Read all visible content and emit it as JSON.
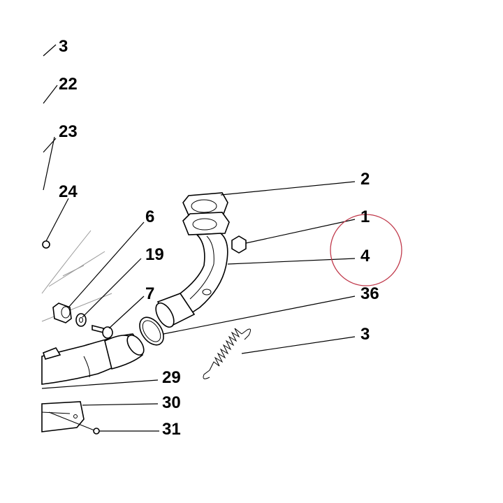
{
  "labels": {
    "top3": "3",
    "l22": "22",
    "l23": "23",
    "l24": "24",
    "l6": "6",
    "l19": "19",
    "l7": "7",
    "l2": "2",
    "l1": "1",
    "l4": "4",
    "l36": "36",
    "r3": "3",
    "l29": "29",
    "l30": "30",
    "l31": "31"
  },
  "colors": {
    "highlight_circle": "#c0394b",
    "ink": "#000000"
  }
}
